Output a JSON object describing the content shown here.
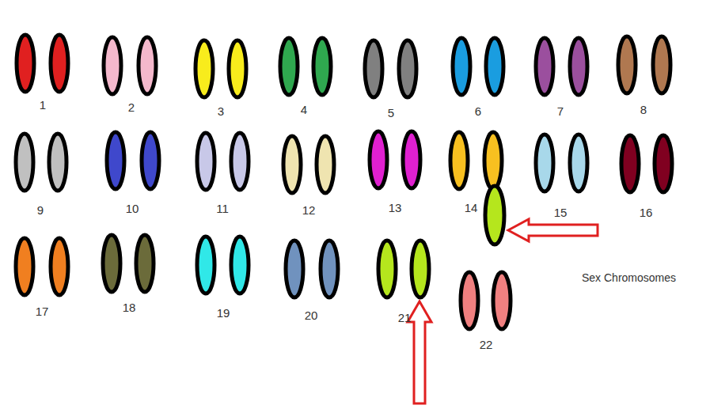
{
  "diagram": {
    "labels": [
      "1",
      "2",
      "3",
      "4",
      "5",
      "6",
      "7",
      "8",
      "9",
      "10",
      "11",
      "12",
      "13",
      "14",
      "15",
      "16",
      "17",
      "18",
      "19",
      "20",
      "21",
      "22",
      "Sex Chromosomes"
    ]
  }
}
